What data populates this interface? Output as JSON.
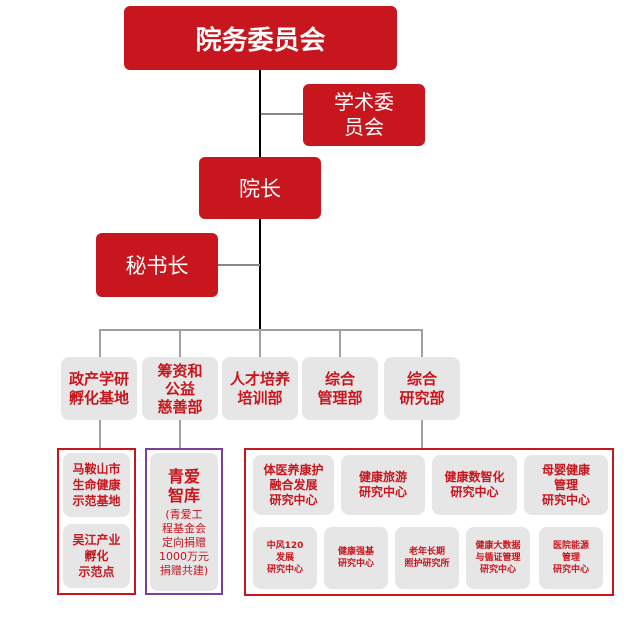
{
  "top": {
    "council": "院务委员会",
    "academic": "学术委\n员会",
    "president": "院长",
    "secretary": "秘书长"
  },
  "departments": [
    "政产学研\n孵化基地",
    "筹资和\n公益\n慈善部",
    "人才培养\n培训部",
    "综合\n管理部",
    "综合\n研究部"
  ],
  "incubation": [
    "马鞍山市\n生命健康\n示范基地",
    "吴江产业\n孵化\n示范点"
  ],
  "fund": {
    "title": "青爱\n智库",
    "note": "(青爱工\n程基金会\n定向捐赠\n1000万元\n捐赠共建)"
  },
  "research_row1": [
    "体医养康护\n融合发展\n研究中心",
    "健康旅游\n研究中心",
    "健康数智化\n研究中心",
    "母婴健康\n管理\n研究中心"
  ],
  "research_row2": [
    "中风120\n发展\n研究中心",
    "健康强基\n研究中心",
    "老年长期\n照护研究所",
    "健康大数据\n与循证管理\n研究中心",
    "医院能源\n管理\n研究中心"
  ],
  "colors": {
    "red": "#c8161e",
    "grey_box": "#e6e6e6",
    "purple": "#7b3fa0"
  }
}
